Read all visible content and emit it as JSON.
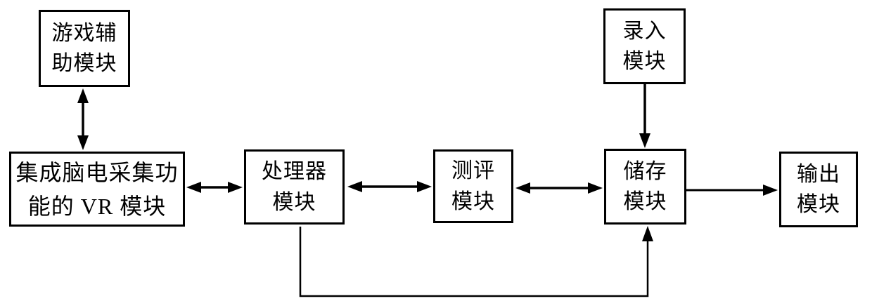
{
  "diagram": {
    "background_color": "#ffffff",
    "stroke_color": "#000000",
    "boxes": [
      {
        "id": "game-assist-module",
        "label": "游戏辅\n助模块"
      },
      {
        "id": "vr-eeg-module",
        "label": "集成脑电采集功\n能的 VR 模块"
      },
      {
        "id": "processor-module",
        "label": "处理器\n模块"
      },
      {
        "id": "evaluation-module",
        "label": "测评\n模块"
      },
      {
        "id": "storage-module",
        "label": "储存\n模块"
      },
      {
        "id": "output-module",
        "label": "输出\n模块"
      },
      {
        "id": "input-module",
        "label": "录入\n模块"
      }
    ],
    "connections": [
      {
        "from": "game-assist-module",
        "to": "vr-eeg-module",
        "type": "bidirectional",
        "orientation": "vertical"
      },
      {
        "from": "vr-eeg-module",
        "to": "processor-module",
        "type": "bidirectional",
        "orientation": "horizontal"
      },
      {
        "from": "processor-module",
        "to": "evaluation-module",
        "type": "bidirectional",
        "orientation": "horizontal"
      },
      {
        "from": "evaluation-module",
        "to": "storage-module",
        "type": "bidirectional",
        "orientation": "horizontal"
      },
      {
        "from": "storage-module",
        "to": "output-module",
        "type": "directed",
        "orientation": "horizontal"
      },
      {
        "from": "input-module",
        "to": "storage-module",
        "type": "directed",
        "orientation": "vertical"
      },
      {
        "from": "processor-module",
        "to": "storage-module",
        "type": "directed",
        "orientation": "bottom-feedback-route"
      }
    ]
  }
}
